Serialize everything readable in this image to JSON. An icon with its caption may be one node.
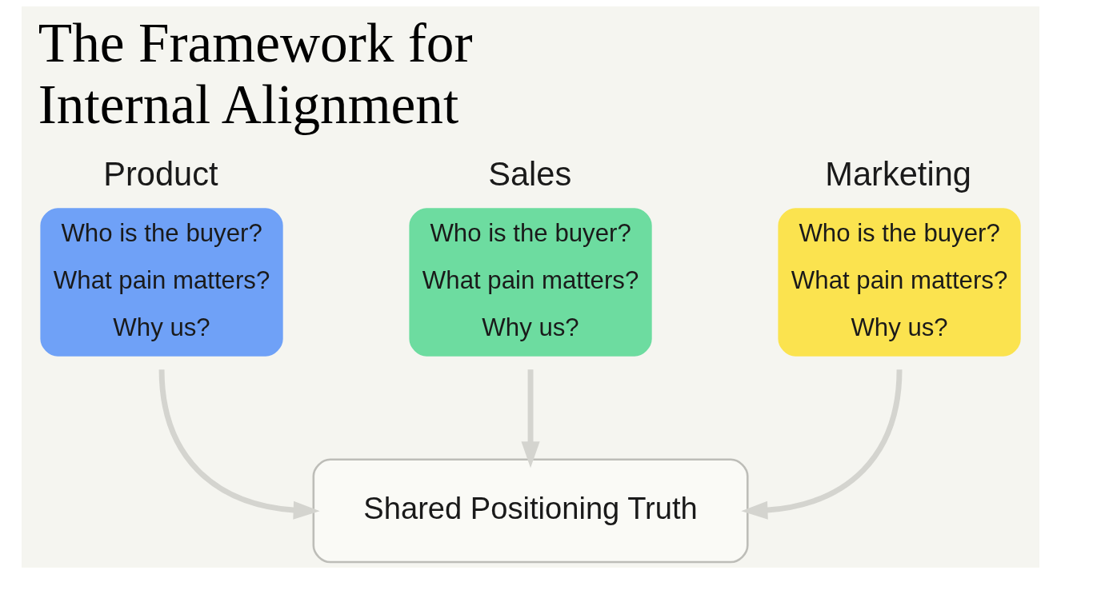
{
  "diagram": {
    "title": "The Framework for Internal Alignment",
    "nodes": [
      {
        "text": [
          "Product",
          "Who is the buyer?",
          "What pain matters?",
          "Why us?"
        ]
      },
      {
        "text": [
          "Sales",
          "Who is the buyer?",
          "What pain matters?",
          "Why us?"
        ]
      },
      {
        "text": [
          "Marketing",
          "Who is the buyer?",
          "What pain matters?",
          "Why us?"
        ]
      },
      {
        "text": [
          "Shared Positioning Truth"
        ]
      }
    ],
    "edges": [
      {
        "from": 0,
        "to": 3,
        "arrow": "to"
      },
      {
        "from": 1,
        "to": 3,
        "arrow": "to"
      },
      {
        "from": 2,
        "to": 3,
        "arrow": "to"
      }
    ]
  }
}
